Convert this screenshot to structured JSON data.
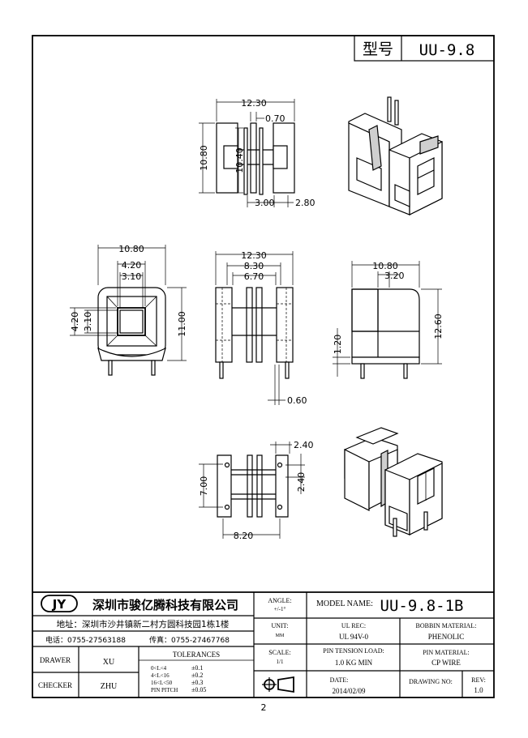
{
  "title_block": {
    "model_label": "型号",
    "model_value": "UU-9.8",
    "company_logo": "JY",
    "company_name": "深圳市骏亿腾科技有限公司",
    "address": "地址：深圳市沙井镇新二村方圆科技园1栋1楼",
    "phone": "电话：0755-27563188",
    "fax": "传真：0755-27467768",
    "angle_label": "ANGLE:",
    "angle_value": "+/-1°",
    "unit_label": "UNIT:",
    "unit_value": "MM",
    "scale_label": "SCALE:",
    "scale_value": "1/1",
    "model_name_label": "MODEL NAME:",
    "model_name_value": "UU-9.8-1B",
    "ul_rec_label": "UL REC:",
    "ul_rec_value": "UL 94V-0",
    "bobbin_material_label": "BOBBIN MATERIAL:",
    "bobbin_material_value": "PHENOLIC",
    "pin_tension_label": "PIN TENSION LOAD:",
    "pin_tension_value": "1.0 KG MIN",
    "pin_material_label": "PIN MATERIAL:",
    "pin_material_value": "CP WIRE",
    "date_label": "DATE:",
    "date_value": "2014/02/09",
    "drawing_no_label": "DRAWING NO:",
    "rev_label": "REV:",
    "rev_value": "1.0",
    "drawer_label": "DRAWER",
    "drawer_value": "XU",
    "checker_label": "CHECKER",
    "checker_value": "ZHU",
    "tolerances_label": "TOLERANCES",
    "tolerances": [
      {
        "range": "0<L<4",
        "value": "±0.1"
      },
      {
        "range": "4<L<16",
        "value": "±0.2"
      },
      {
        "range": "16<L<50",
        "value": "±0.3"
      },
      {
        "range": "PIN PITCH",
        "value": "±0.05"
      }
    ],
    "projection_icon": "first-angle-projection-icon"
  },
  "page_number": "2",
  "dimensions": {
    "top_width": "12.30",
    "top_gap": "0.70",
    "top_height": "10.80",
    "top_inner": "10.40",
    "top_bottom_a": "3.00",
    "top_bottom_b": "2.80",
    "left_width": "10.80",
    "left_inner_w": "4.20",
    "left_hole": "3.10",
    "left_side_a": "4.20",
    "left_side_b": "3.10",
    "left_height": "11.00",
    "mid_w1": "12.30",
    "mid_w2": "8.30",
    "mid_w3": "6.70",
    "mid_bottom": "0.60",
    "right_width": "10.80",
    "right_inner": "3.20",
    "right_height": "12.60",
    "right_left": "1.20",
    "bot_top": "2.40",
    "bot_height": "7.00",
    "bot_right": "2.40",
    "bot_width": "8.20"
  }
}
